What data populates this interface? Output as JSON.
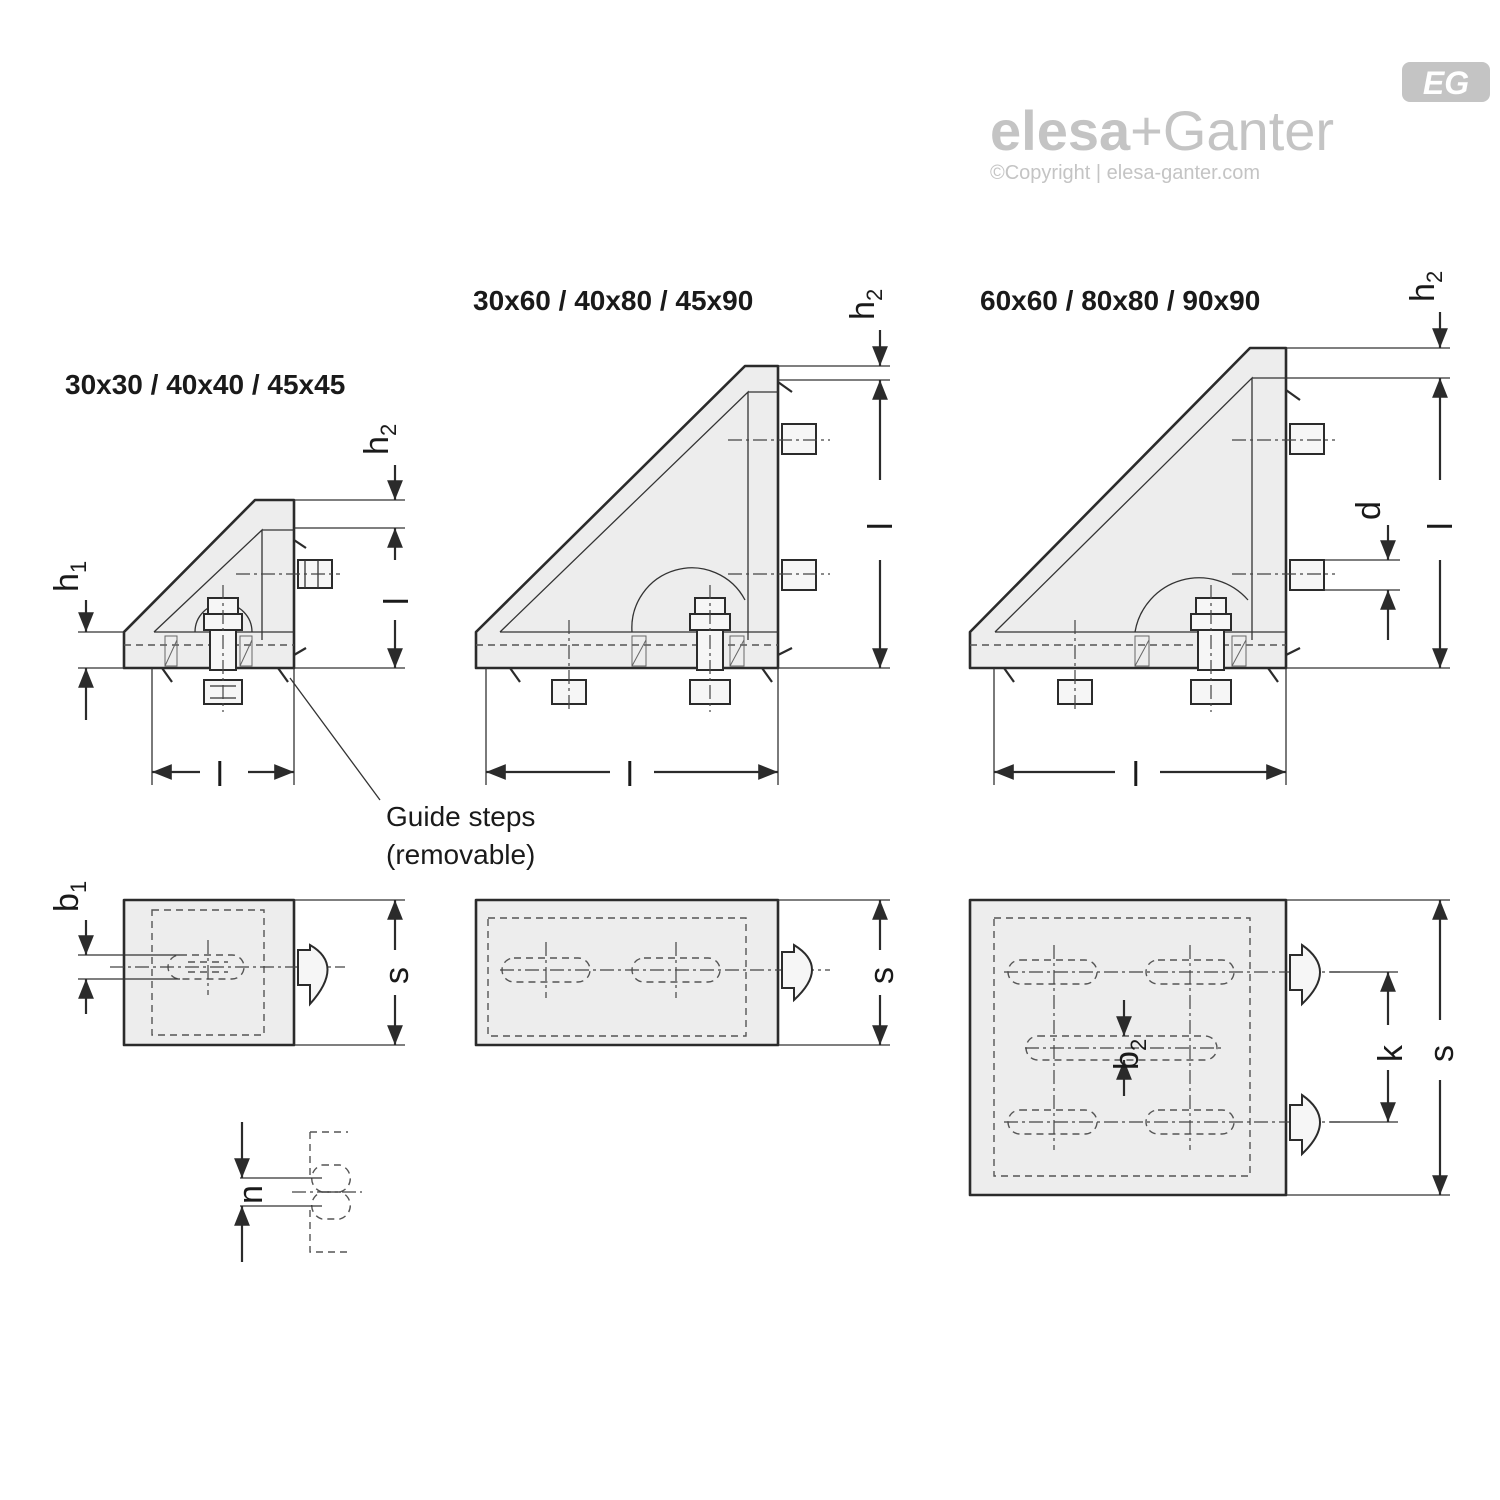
{
  "logo": {
    "brand_left": "elesa",
    "brand_plus": "+",
    "brand_right": "Ganter",
    "badge": "EG",
    "copyright": "©Copyright | elesa-ganter.com",
    "color": "#c4c4c4"
  },
  "titles": {
    "small": "30x30 / 40x40 / 45x45",
    "medium": "30x60 / 40x80 / 45x90",
    "large": "60x60 / 80x80 / 90x90"
  },
  "note": {
    "line1": "Guide steps",
    "line2": "(removable)"
  },
  "dimensions": {
    "h": "h",
    "sub1": "1",
    "sub2": "2",
    "l": "l",
    "b": "b",
    "d": "d",
    "s": "s",
    "k": "k",
    "n": "n"
  },
  "colors": {
    "line": "#2b2b2b",
    "fill": "#ededed",
    "background": "#ffffff"
  }
}
